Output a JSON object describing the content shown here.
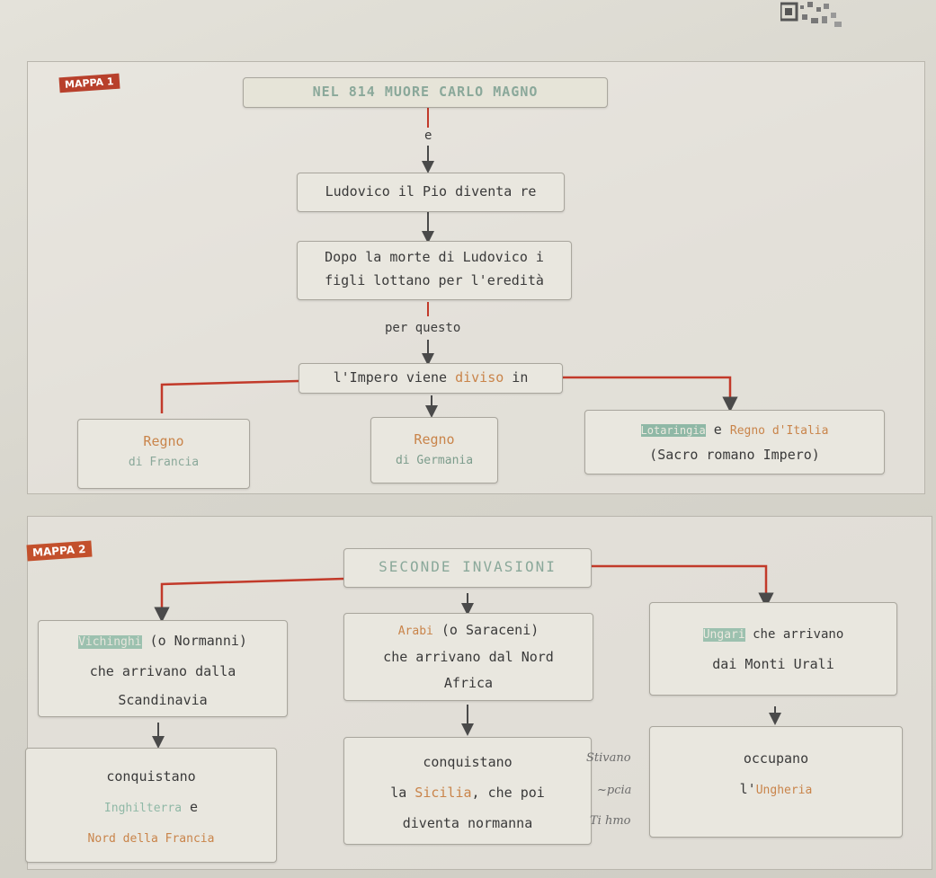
{
  "map1": {
    "label": "MAPPA 1",
    "title": "NEL 814 MUORE CARLO MAGNO",
    "connector_e": "e",
    "box_ludovico": "Ludovico il Pio diventa re",
    "box_morte_1": "Dopo la morte di Ludovico i",
    "box_morte_2": "figli lottano per l'eredità",
    "connector_per_questo": "per questo",
    "box_impero_a": "l'Impero viene ",
    "box_impero_b": "diviso",
    "box_impero_c": " in",
    "regno_francia_1": "Regno",
    "regno_francia_2": "di Francia",
    "regno_germania_1": "Regno",
    "regno_germania_2": "di Germania",
    "lotaringia_a": "Lotaringia",
    "lotaringia_b": " e ",
    "lotaringia_c": "Regno d'Italia",
    "sacro_impero": "(Sacro romano Impero)"
  },
  "map2": {
    "label": "MAPPA 2",
    "title": "SECONDE INVASIONI",
    "vichinghi_a": "Vichinghi",
    "vichinghi_b": " (o Normanni)",
    "vichinghi_2": "che arrivano dalla",
    "vichinghi_3": "Scandinavia",
    "arabi_a": "Arabi",
    "arabi_b": " (o Saraceni)",
    "arabi_2": "che arrivano dal Nord",
    "arabi_3": "Africa",
    "ungari_a": "Ungari",
    "ungari_b": " che arrivano",
    "ungari_2": "dai Monti Urali",
    "conq1_1": "conquistano",
    "conq1_2a": "Inghilterra",
    "conq1_2b": " e",
    "conq1_3": "Nord della Francia",
    "conq2_1": "conquistano",
    "conq2_2a": "la ",
    "conq2_2b": "Sicilia",
    "conq2_2c": ", che poi",
    "conq2_3": "diventa normanna",
    "hand_1": "Stivano",
    "hand_2": "~pcia",
    "hand_3": "Ti hmo",
    "occup_1": "occupano",
    "occup_2a": "l'",
    "occup_2b": "Ungheria"
  },
  "corner_qr": {
    "text": "QR"
  },
  "colors": {
    "arrow_red": "#c23a2a",
    "arrow_gray": "#4a4a4a",
    "label_bg": "#b8402c",
    "highlight_orange": "#c9844a"
  }
}
